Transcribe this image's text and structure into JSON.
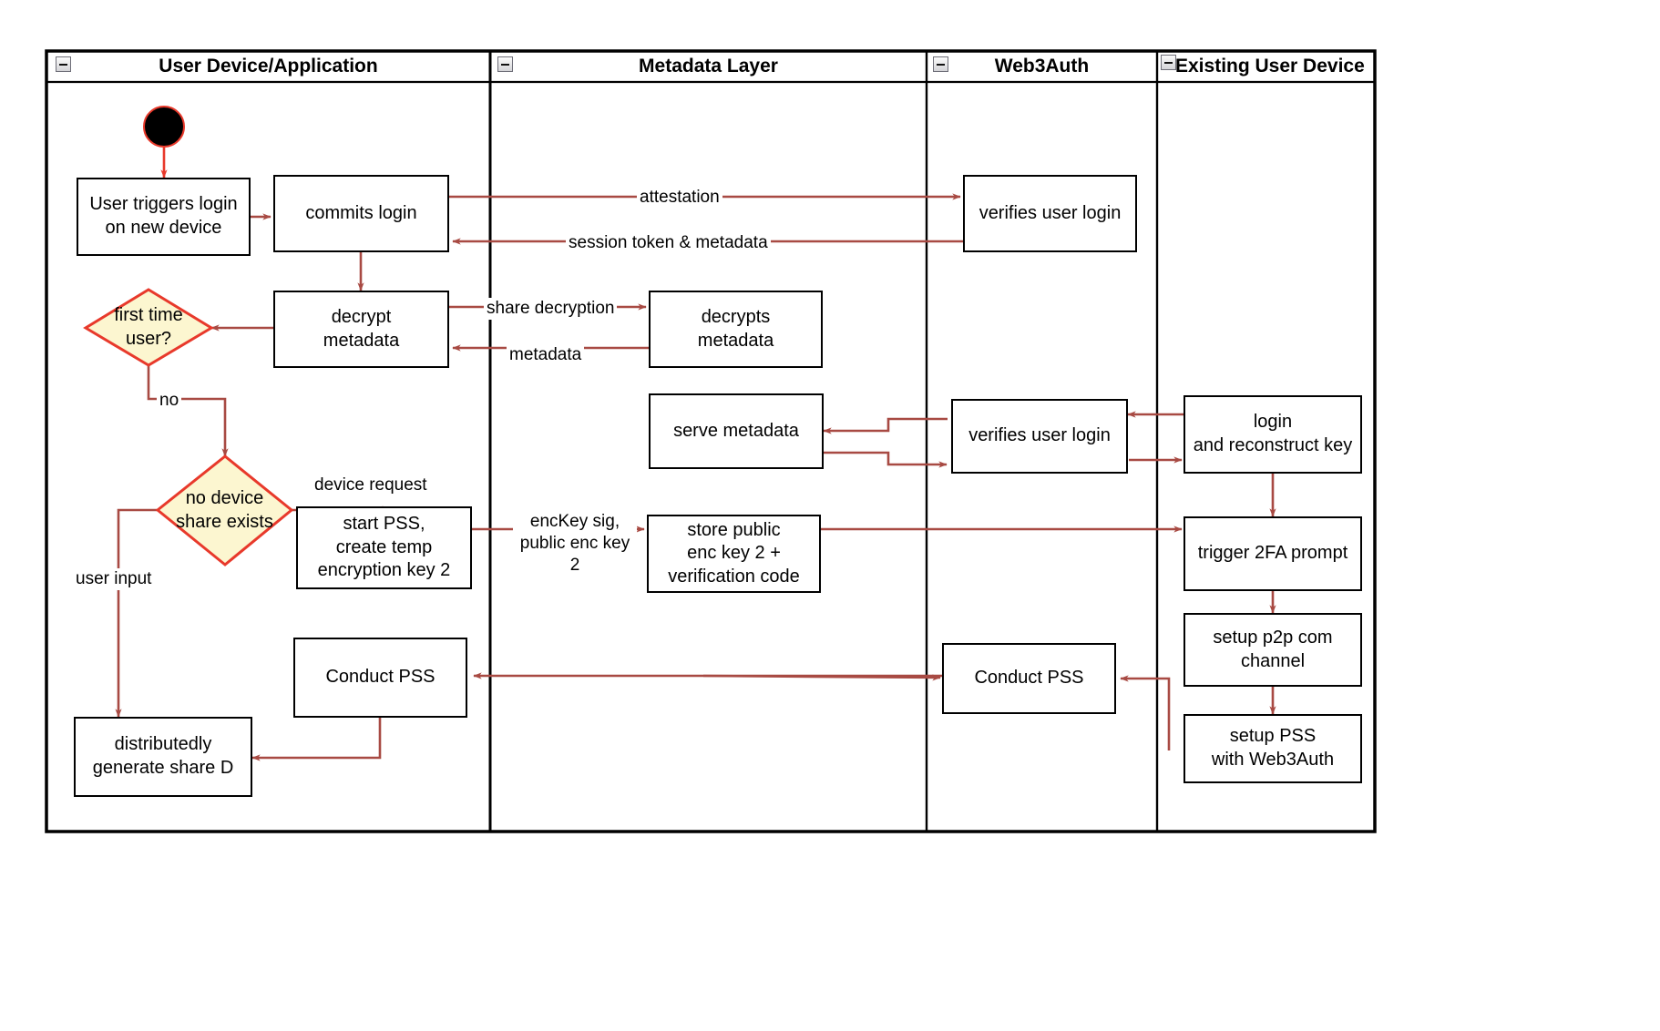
{
  "diagram": {
    "title": "Web3Auth new device login flow",
    "type": "swimlane-activity-diagram",
    "colors": {
      "node_border": "#000000",
      "node_fill": "#ffffff",
      "decision_border": "#e8392b",
      "decision_fill": "#fcf6d0",
      "edge": "#a84a43",
      "start_fill": "#000000",
      "start_border": "#e8392b",
      "lane_border": "#000000",
      "text": "#000000"
    }
  },
  "lanes": [
    {
      "id": "user-device",
      "label": "User Device/Application",
      "collapse_icon": "minus-box-icon"
    },
    {
      "id": "metadata-layer",
      "label": "Metadata Layer",
      "collapse_icon": "minus-box-icon"
    },
    {
      "id": "web3auth",
      "label": "Web3Auth",
      "collapse_icon": "minus-box-icon"
    },
    {
      "id": "existing-user-device",
      "label": "Existing User Device",
      "collapse_icon": "minus-box-icon"
    }
  ],
  "nodes": [
    {
      "id": "start",
      "lane": "user-device",
      "shape": "start-circle",
      "label": ""
    },
    {
      "id": "user-triggers-login",
      "lane": "user-device",
      "shape": "rect",
      "label": "User triggers login\non new device"
    },
    {
      "id": "commits-login",
      "lane": "user-device",
      "shape": "rect",
      "label": "commits login"
    },
    {
      "id": "decrypt-metadata",
      "lane": "user-device",
      "shape": "rect",
      "label": "decrypt\nmetadata"
    },
    {
      "id": "first-time-user",
      "lane": "user-device",
      "shape": "diamond",
      "label": "first time\nuser?"
    },
    {
      "id": "no-device-share-exists",
      "lane": "user-device",
      "shape": "diamond",
      "label": "no device\nshare exists"
    },
    {
      "id": "start-pss-create-temp-key",
      "lane": "user-device",
      "shape": "rect",
      "label": "start PSS,\ncreate temp\nencryption key 2"
    },
    {
      "id": "conduct-pss-user",
      "lane": "user-device",
      "shape": "rect",
      "label": "Conduct PSS"
    },
    {
      "id": "distributedly-generate-share-d",
      "lane": "user-device",
      "shape": "rect",
      "label": "distributedly\ngenerate share D"
    },
    {
      "id": "decrypts-metadata",
      "lane": "metadata-layer",
      "shape": "rect",
      "label": "decrypts\nmetadata"
    },
    {
      "id": "serve-metadata",
      "lane": "metadata-layer",
      "shape": "rect",
      "label": "serve metadata"
    },
    {
      "id": "store-public-enc-key",
      "lane": "metadata-layer",
      "shape": "rect",
      "label": "store public\nenc key 2 +\nverification code"
    },
    {
      "id": "verifies-user-login-1",
      "lane": "web3auth",
      "shape": "rect",
      "label": "verifies user login"
    },
    {
      "id": "verifies-user-login-2",
      "lane": "web3auth",
      "shape": "rect",
      "label": "verifies user login"
    },
    {
      "id": "conduct-pss-web3auth",
      "lane": "web3auth",
      "shape": "rect",
      "label": "Conduct PSS"
    },
    {
      "id": "login-and-reconstruct-key",
      "lane": "existing-user-device",
      "shape": "rect",
      "label": "login\nand reconstruct key"
    },
    {
      "id": "trigger-2fa-prompt",
      "lane": "existing-user-device",
      "shape": "rect",
      "label": "trigger 2FA prompt"
    },
    {
      "id": "setup-p2p-com-channel",
      "lane": "existing-user-device",
      "shape": "rect",
      "label": "setup p2p com\nchannel"
    },
    {
      "id": "setup-pss-with-web3auth",
      "lane": "existing-user-device",
      "shape": "rect",
      "label": "setup PSS\nwith Web3Auth"
    }
  ],
  "edge_labels": [
    {
      "id": "attestation",
      "text": "attestation"
    },
    {
      "id": "session-token-metadata",
      "text": "session token & metadata"
    },
    {
      "id": "share-decryption",
      "text": "share decryption"
    },
    {
      "id": "metadata",
      "text": "metadata"
    },
    {
      "id": "no",
      "text": "no"
    },
    {
      "id": "device-request",
      "text": "device request"
    },
    {
      "id": "user-input",
      "text": "user input"
    },
    {
      "id": "enckey-sig",
      "text": "encKey sig,\npublic enc key 2"
    }
  ]
}
